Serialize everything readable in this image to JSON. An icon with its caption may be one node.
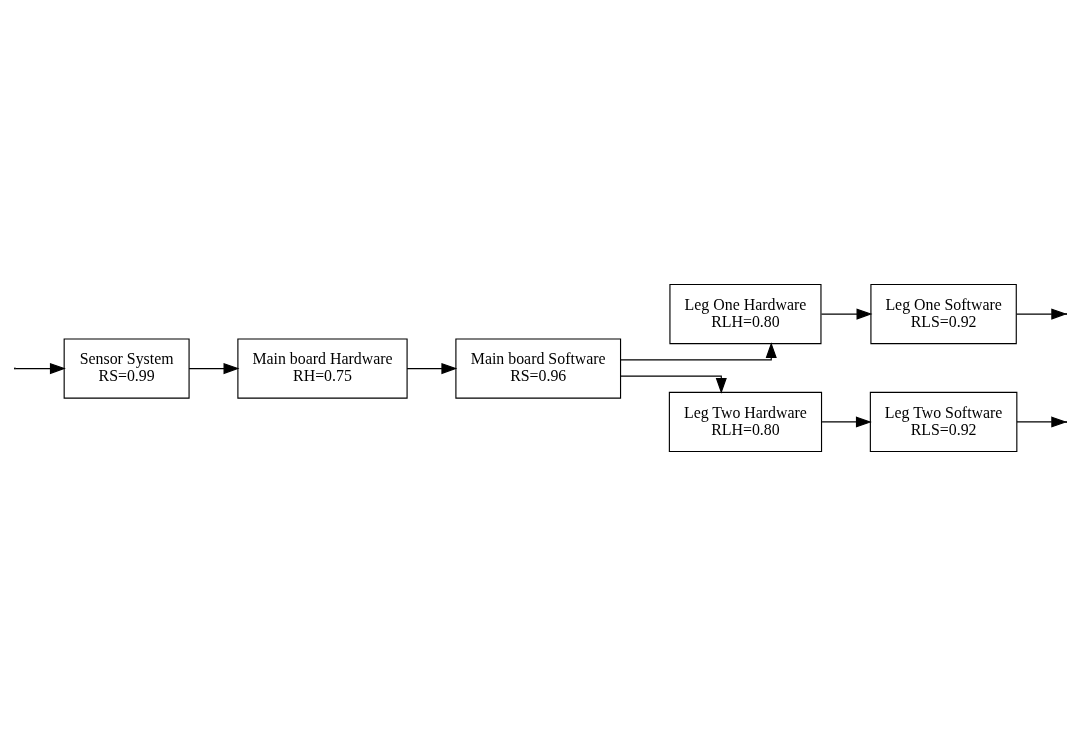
{
  "diagram": {
    "nodes": [
      {
        "text": [
          "Sensor System",
          "RS=0.99"
        ]
      },
      {
        "text": [
          "Main board Hardware",
          "RH=0.75"
        ]
      },
      {
        "text": [
          "Main board Software",
          "RS=0.96"
        ]
      },
      {
        "text": [
          "Leg One Hardware",
          "RLH=0.80"
        ]
      },
      {
        "text": [
          "Leg One Software",
          "RLS=0.92"
        ]
      },
      {
        "text": [
          "Leg Two Hardware",
          "RLH=0.80"
        ]
      },
      {
        "text": [
          "Leg Two Software",
          "RLS=0.92"
        ]
      }
    ],
    "edges": [
      {
        "from": null,
        "to": 0,
        "arrow": "to"
      },
      {
        "from": 0,
        "to": 1,
        "arrow": "to"
      },
      {
        "from": 1,
        "to": 2,
        "arrow": "to"
      },
      {
        "from": 2,
        "to": 3,
        "arrow": "to"
      },
      {
        "from": 2,
        "to": 5,
        "arrow": "to"
      },
      {
        "from": 3,
        "to": 4,
        "arrow": "to"
      },
      {
        "from": 5,
        "to": 6,
        "arrow": "to"
      },
      {
        "from": 4,
        "to": null,
        "arrow": "to"
      },
      {
        "from": 6,
        "to": null,
        "arrow": "to"
      }
    ]
  }
}
